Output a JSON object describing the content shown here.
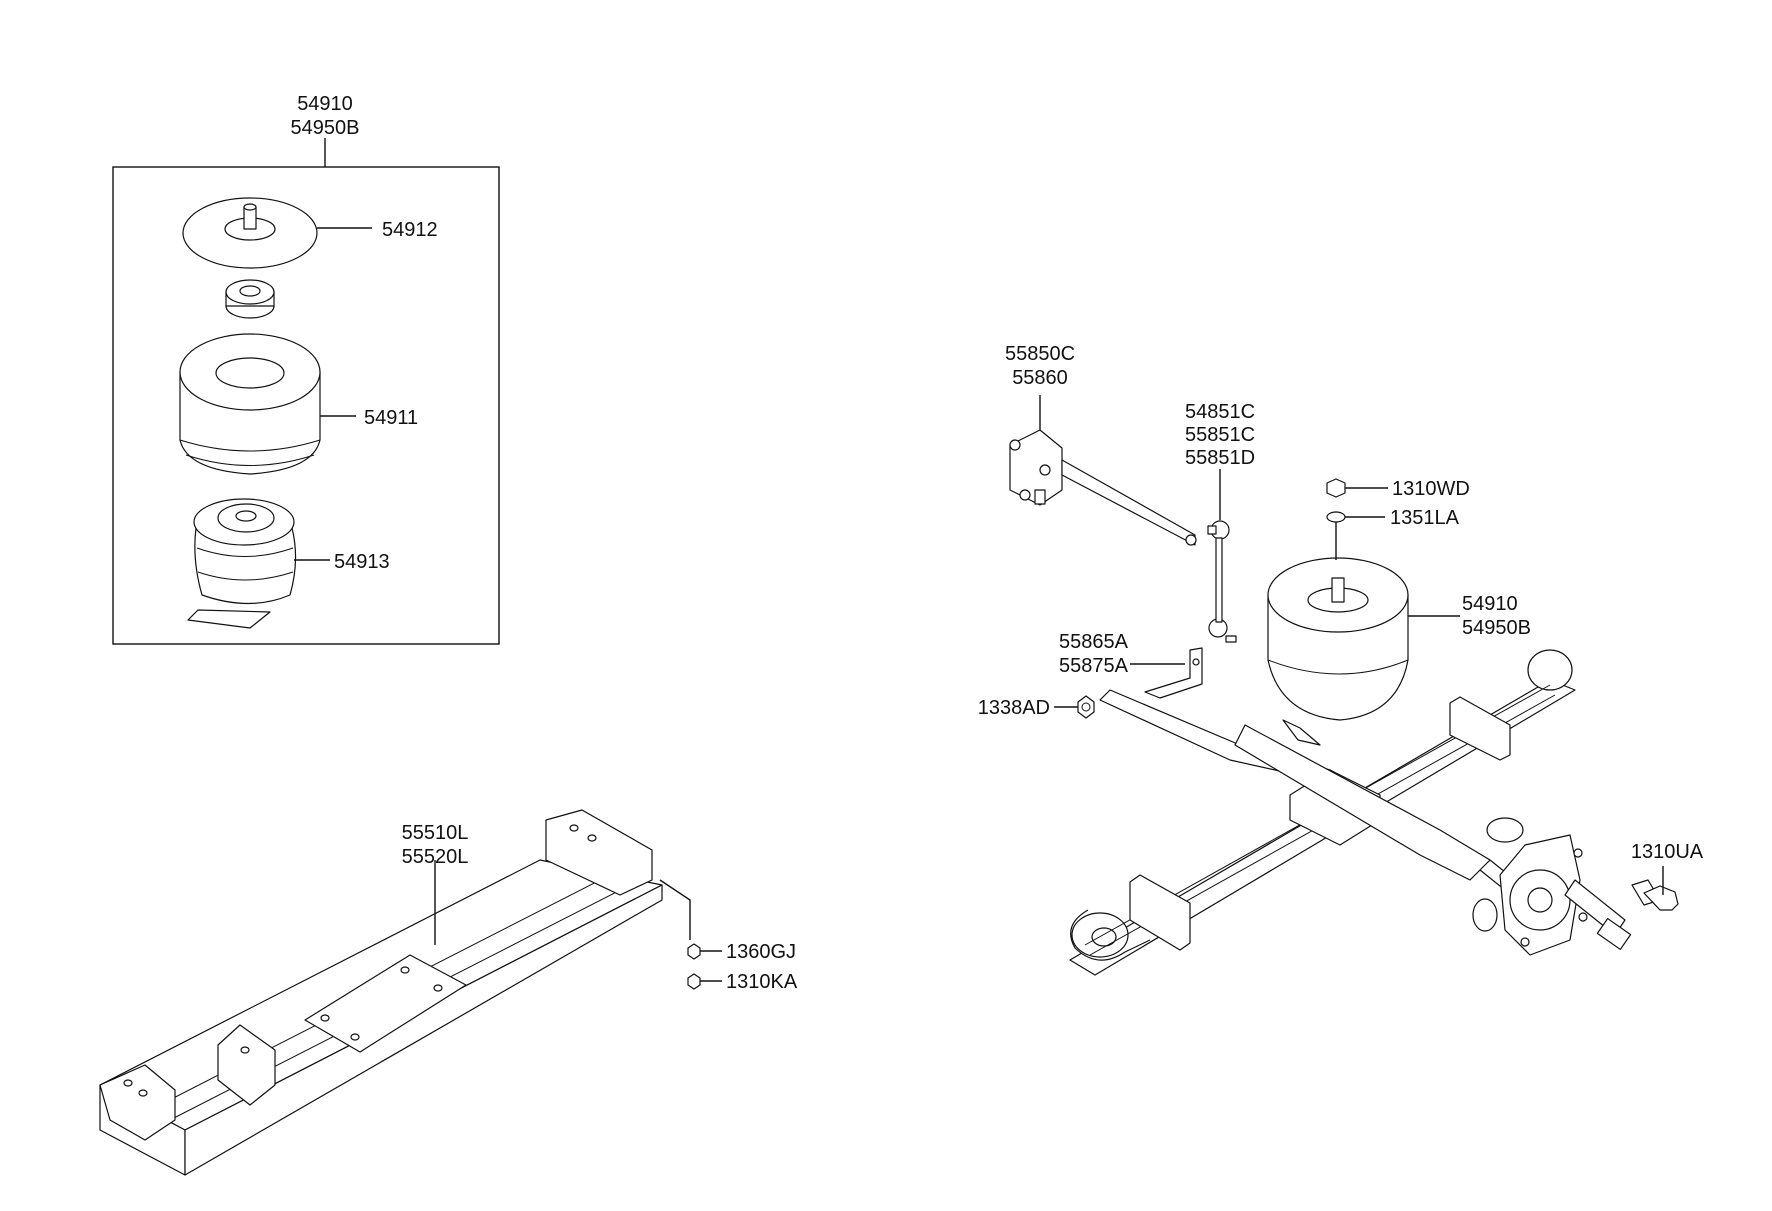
{
  "callouts": {
    "kit_top": "54910",
    "kit_bottom": "54950B",
    "plate": "54912",
    "bellow": "54911",
    "piston": "54913",
    "valve_top": "55850C",
    "valve_bottom": "55860",
    "link_1": "54851C",
    "link_2": "55851C",
    "link_3": "55851D",
    "nut": "1310WD",
    "washer": "1351LA",
    "airspring_top": "54910",
    "airspring_bottom": "54950B",
    "bracket_top": "55865A",
    "bracket_bottom": "55875A",
    "hexnut": "1338AD",
    "crossmember_top": "55510L",
    "crossmember_bottom": "55520L",
    "nut_small": "1360GJ",
    "nut_small2": "1310KA",
    "bolt": "1310UA"
  }
}
